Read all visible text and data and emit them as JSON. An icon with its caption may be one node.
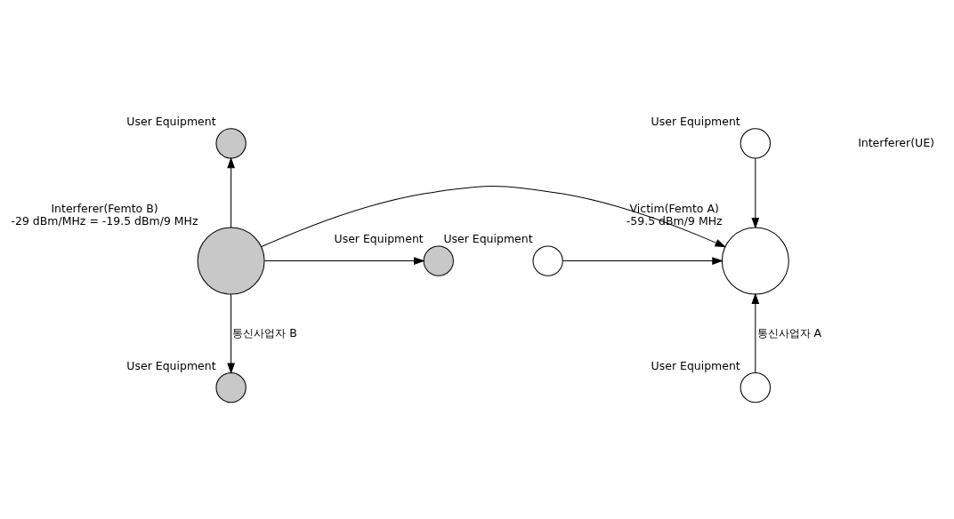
{
  "diagram": {
    "nodes": [
      {
        "text": [
          "User Equipment"
        ]
      },
      {
        "text": [
          "User Equipment"
        ]
      },
      {
        "text": [
          "Victim(Femto A)"
        ],
        "beside": [
          "-59.5 dBm/9 MHz"
        ]
      },
      {
        "text": [
          "Interferer(Femto B)"
        ],
        "beside": [
          "-29 dBm/MHz = -19.5 dBm/9 MHz"
        ]
      },
      {
        "text": [
          "User Equipment"
        ]
      },
      {
        "text": [
          "User Equipment"
        ]
      },
      {
        "text": [
          "User Equipment"
        ]
      },
      {
        "text": [
          "User Equipment"
        ]
      }
    ],
    "edges": [
      {
        "from": 0,
        "to": 2,
        "arrow": "to"
      },
      {
        "from": 3,
        "to": 1,
        "arrow": "to"
      },
      {
        "from": 4,
        "to": 2,
        "arrow": "to"
      },
      {
        "from": 3,
        "to": 2,
        "arrow": "to"
      },
      {
        "from": 3,
        "to": 5,
        "arrow": "to"
      },
      {
        "from": 6,
        "to": 2,
        "arrow": "to",
        "label": "통신사업자 A"
      },
      {
        "from": 3,
        "to": 7,
        "arrow": "to",
        "label": "통신사업자 B"
      }
    ],
    "labels": [
      "Interferer(UE)"
    ]
  }
}
